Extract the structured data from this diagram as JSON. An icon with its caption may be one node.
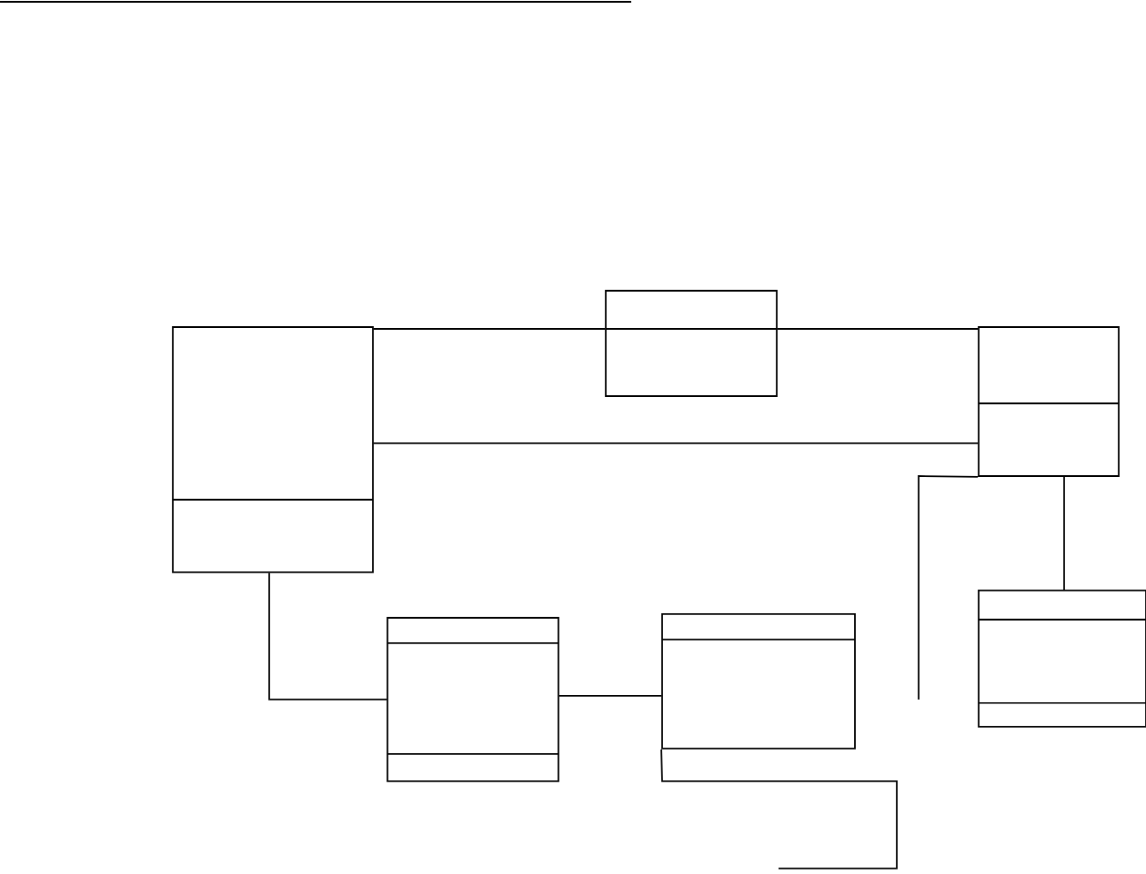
{
  "diagram": {
    "nodes": [
      {
        "text": [],
        "shape": "box"
      },
      {
        "text": [],
        "shape": "box"
      },
      {
        "text": [],
        "shape": "box"
      },
      {
        "text": [],
        "shape": "box"
      },
      {
        "text": [],
        "shape": "box"
      },
      {
        "text": [],
        "shape": "box"
      }
    ],
    "edges": [
      {
        "from": 0,
        "to": 1,
        "arrow": "none"
      },
      {
        "from": 1,
        "to": 2,
        "arrow": "none"
      },
      {
        "from": 0,
        "to": 2,
        "arrow": "none"
      },
      {
        "from": 2,
        "to": 3,
        "arrow": "none"
      },
      {
        "from": 0,
        "to": 4,
        "arrow": "none"
      },
      {
        "from": 4,
        "to": 5,
        "arrow": "none"
      },
      {
        "from": 5,
        "to": null,
        "arrow": "none"
      },
      {
        "from": 2,
        "to": null,
        "arrow": "none"
      }
    ]
  }
}
